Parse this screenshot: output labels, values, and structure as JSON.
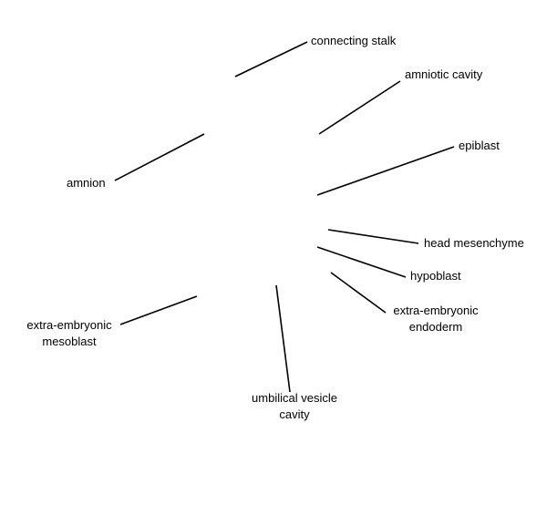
{
  "labels": {
    "connecting_stalk": "connecting stalk",
    "amniotic_cavity": "amniotic cavity",
    "epiblast": "epiblast",
    "amnion": "amnion",
    "head_mesenchyme": "head mesenchyme",
    "hypoblast": "hypoblast",
    "extra_embryonic_endoderm_line1": "extra-embryonic",
    "extra_embryonic_endoderm_line2": "endoderm",
    "extra_embryonic_mesoblast_line1": "extra-embryonic",
    "extra_embryonic_mesoblast_line2": "mesoblast",
    "umbilical_vesicle_cavity_line1": "umbilical vesicle",
    "umbilical_vesicle_cavity_line2": "cavity"
  },
  "colors": {
    "line": "#000000",
    "text": "#000000",
    "background": "#ffffff"
  }
}
